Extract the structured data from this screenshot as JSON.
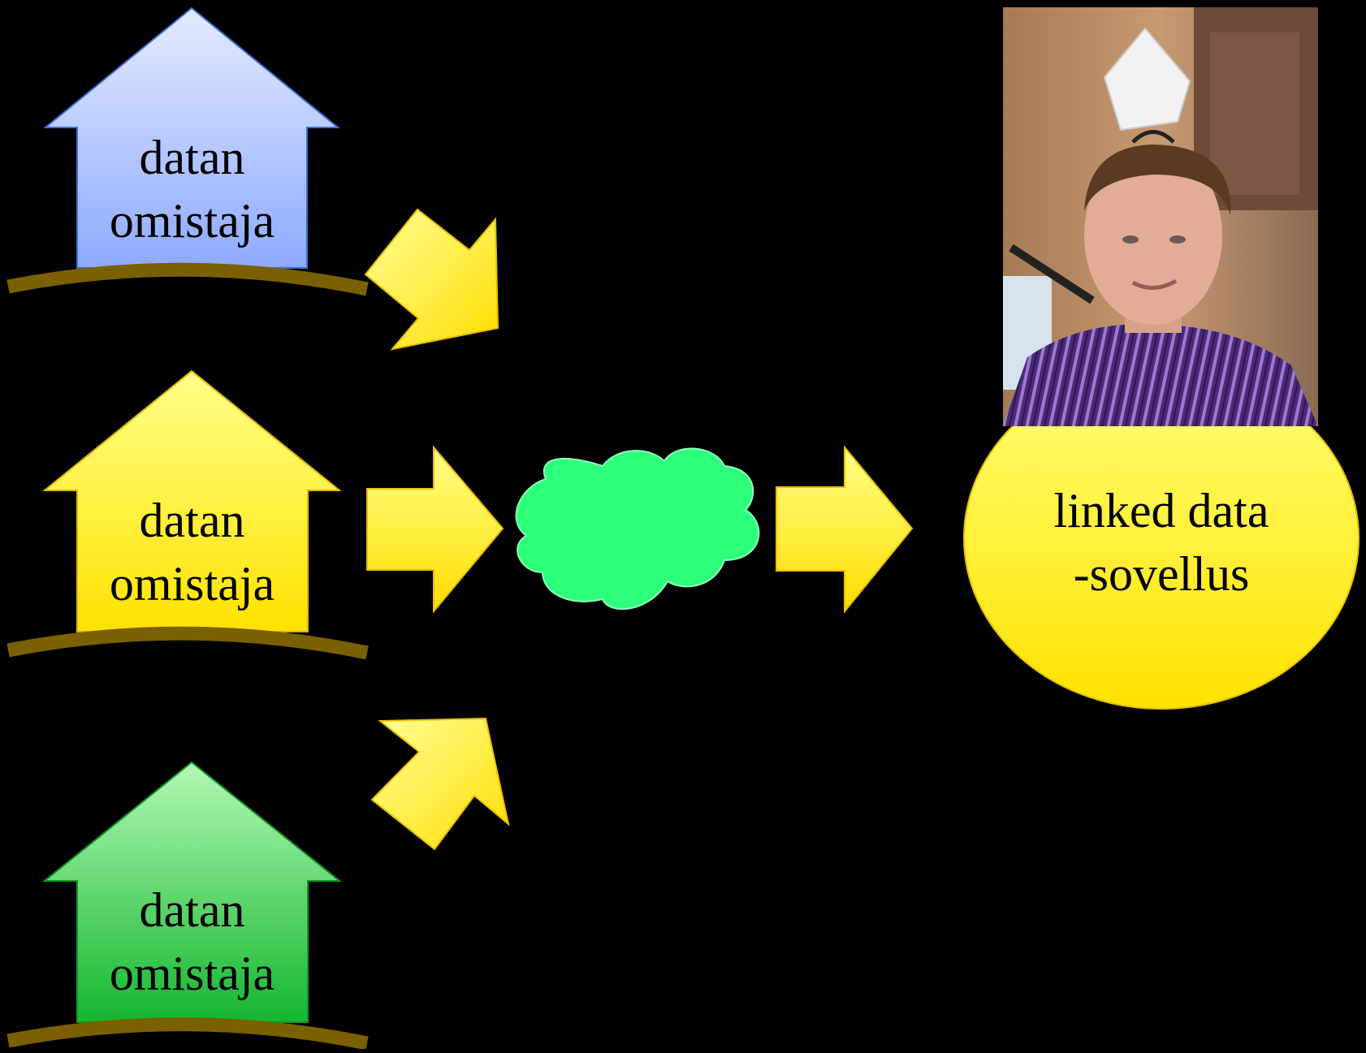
{
  "diagram": {
    "background_color": "#000000",
    "houses": [
      {
        "line1": "datan",
        "line2": "omistaja",
        "color_top": "#e4ebff",
        "color_bottom": "#8eaaff",
        "border": "#3b6fd6"
      },
      {
        "line1": "datan",
        "line2": "omistaja",
        "color_top": "#ffff8a",
        "color_bottom": "#ffe200",
        "border": "#e0b800"
      },
      {
        "line1": "datan",
        "line2": "omistaja",
        "color_top": "#b4f8b4",
        "color_bottom": "#14b630",
        "border": "#0f9a28"
      }
    ],
    "cloud": {
      "color": "#2dff7a",
      "border": "#8fffb8"
    },
    "application": {
      "line1": "linked data",
      "line2": "-sovellus",
      "color_top": "#ffff77",
      "color_bottom": "#ffe200"
    },
    "arrow_color_top": "#ffff88",
    "arrow_color_bottom": "#ffdd00",
    "ground_color": "#7a6000",
    "photo": {
      "icon": "person-photo"
    }
  }
}
